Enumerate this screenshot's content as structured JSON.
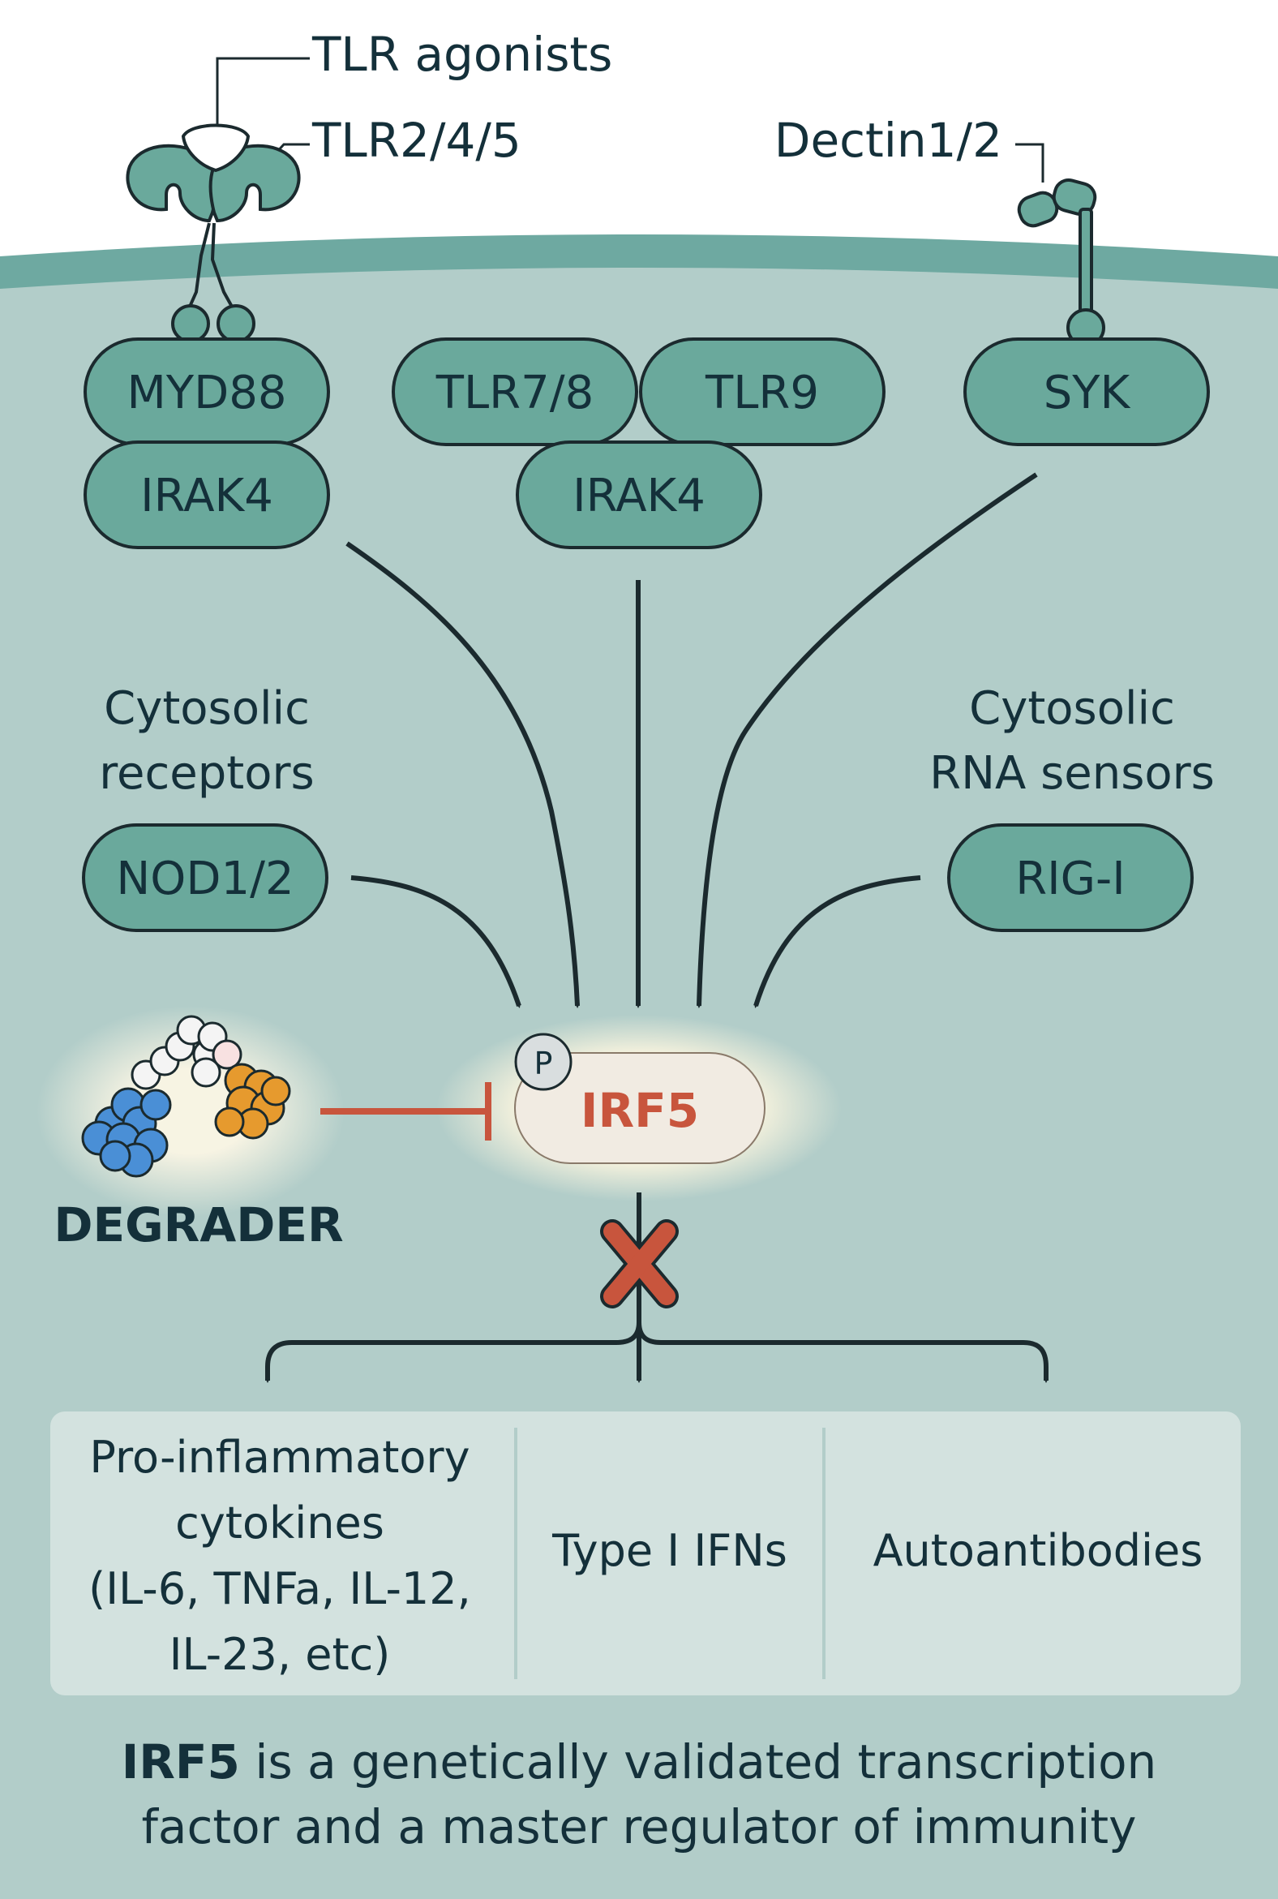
{
  "labels": {
    "tlr_agonists": "TLR agonists",
    "tlr245": "TLR2/4/5",
    "dectin": "Dectin1/2",
    "cytosolic_receptors_line1": "Cytosolic",
    "cytosolic_receptors_line2": "receptors",
    "cytosolic_rna_line1": "Cytosolic",
    "cytosolic_rna_line2": "RNA sensors",
    "degrader": "DEGRADER",
    "phospho": "P"
  },
  "nodes": {
    "myd88": "MYD88",
    "irak4_left": "IRAK4",
    "tlr78": "TLR7/8",
    "tlr9": "TLR9",
    "irak4_center": "IRAK4",
    "syk": "SYK",
    "nod12": "NOD1/2",
    "rigi": "RIG-I",
    "irf5": "IRF5"
  },
  "outcomes": [
    [
      "Pro-inflammatory",
      "cytokines",
      "(IL-6, TNFa, IL-12,",
      "IL-23, etc)"
    ],
    [
      "Type I IFNs"
    ],
    [
      "Autoantibodies"
    ]
  ],
  "caption": {
    "bold": "IRF5",
    "line1_rest": " is a genetically validated transcription",
    "line2": "factor and a master regulator of immunity"
  },
  "colors": {
    "cell_fill": "#b2cdc9",
    "membrane": "#6ea9a1",
    "node_fill": "#6aa99c",
    "outline": "#1b2a2e",
    "text_dark": "#14303a",
    "irf5_text": "#c8553d",
    "inhibit": "#c8553d",
    "irf5_fill": "#f1ebe2",
    "phospho_fill": "#d9dedf",
    "degrader_blue": "#4a8fd6",
    "degrader_orange": "#e69a2e",
    "degrader_linker": "#f4f4f4",
    "outcome_box": "#d3e2df"
  }
}
